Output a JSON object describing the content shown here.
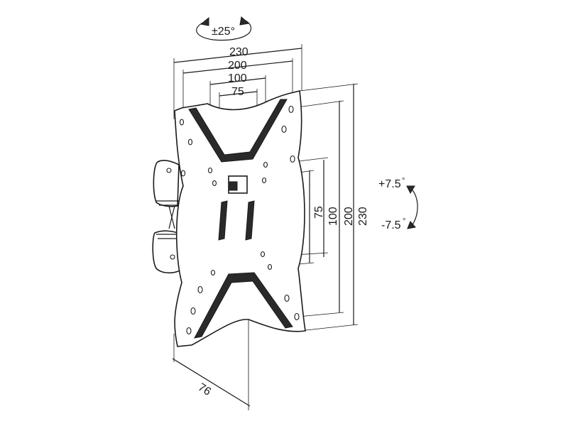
{
  "swivel": {
    "label": "±25°"
  },
  "tilt": {
    "plus_label": "+7.5",
    "minus_label": "-7.5",
    "degree_symbol": "°"
  },
  "horizontal_dims": [
    "230",
    "200",
    "100",
    "75"
  ],
  "vertical_dims": [
    "75",
    "100",
    "200",
    "230"
  ],
  "depth": {
    "label": "76"
  }
}
